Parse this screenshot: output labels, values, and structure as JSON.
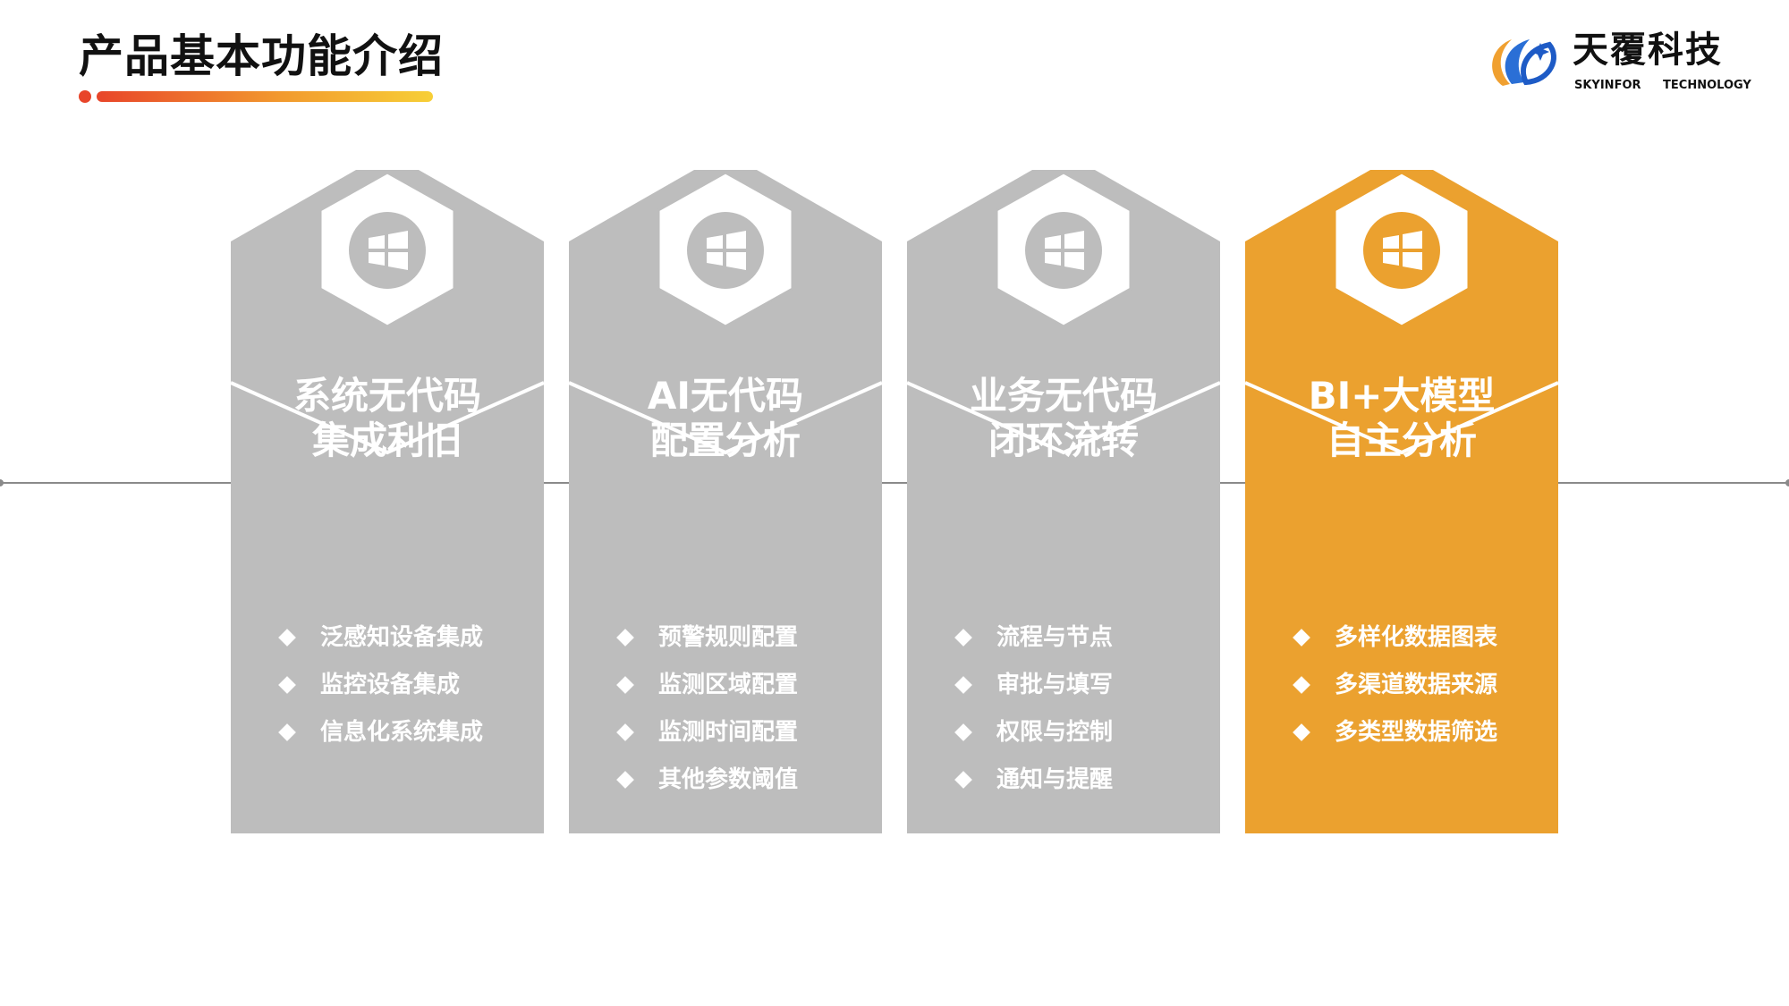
{
  "header": {
    "title": "产品基本功能介绍"
  },
  "logo": {
    "name_cn": "天覆科技",
    "name_en": "SKYINFOR TECHNOLOGY"
  },
  "colors": {
    "gray": "#bdbdbd",
    "orange": "#eba12f",
    "line": "#8a8a8a"
  },
  "cards": [
    {
      "title_line1": "系统无代码",
      "title_line2": "集成利旧",
      "icon": "windows-icon",
      "highlight": false,
      "items": [
        "泛感知设备集成",
        "监控设备集成",
        "信息化系统集成"
      ]
    },
    {
      "title_line1": "AI无代码",
      "title_line2": "配置分析",
      "icon": "windows-icon",
      "highlight": false,
      "items": [
        "预警规则配置",
        "监测区域配置",
        "监测时间配置",
        "其他参数阈值"
      ]
    },
    {
      "title_line1": "业务无代码",
      "title_line2": "闭环流转",
      "icon": "windows-icon",
      "highlight": false,
      "items": [
        "流程与节点",
        "审批与填写",
        "权限与控制",
        "通知与提醒"
      ]
    },
    {
      "title_line1": "BI+大模型",
      "title_line2": "自主分析",
      "icon": "windows-icon",
      "highlight": true,
      "items": [
        "多样化数据图表",
        "多渠道数据来源",
        "多类型数据筛选"
      ]
    }
  ]
}
